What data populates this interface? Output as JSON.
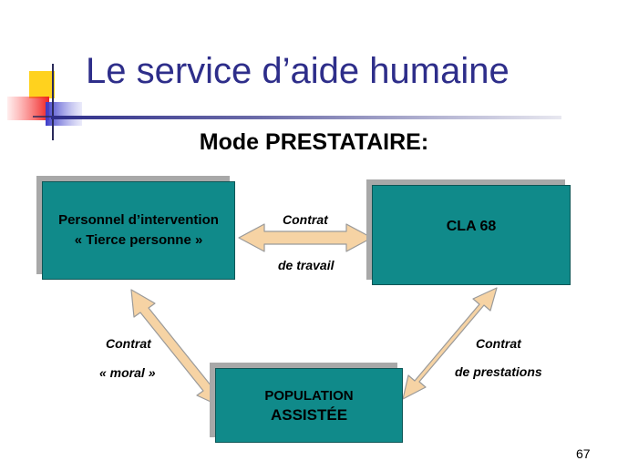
{
  "slide": {
    "title": "Le service d’aide humaine",
    "subtitle": "Mode PRESTATAIRE:",
    "page_number": "67"
  },
  "diagram": {
    "boxes": {
      "personnel": {
        "line1": "Personnel d’intervention",
        "line2": "« Tierce personne »"
      },
      "cla": {
        "label": "CLA 68"
      },
      "population": {
        "line1": "POPULATION",
        "line2": "ASSISTÉE"
      }
    },
    "edges": {
      "travail": {
        "line1": "Contrat",
        "line2": "de travail"
      },
      "moral": {
        "line1": "Contrat",
        "line2": "« moral »"
      },
      "prestations": {
        "line1": "Contrat",
        "line2": "de prestations"
      }
    }
  },
  "colors": {
    "box_fill": "#108a8a",
    "arrow_fill": "#f6d3a4",
    "title_color": "#2e2e8a"
  }
}
